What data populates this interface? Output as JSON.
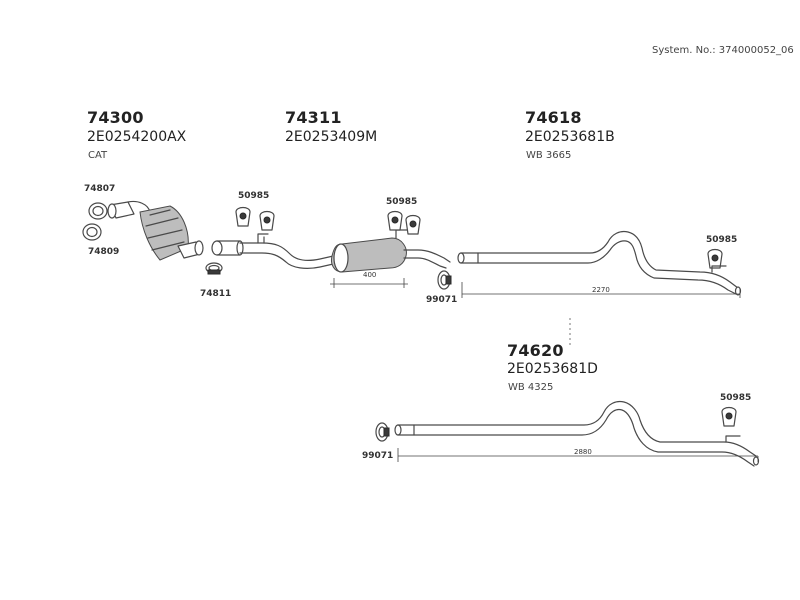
{
  "system_number": "System. No.: 374000052_06",
  "groups": {
    "g74300": {
      "part": "74300",
      "oe": "2E0254200AX",
      "note": "CAT"
    },
    "g74311": {
      "part": "74311",
      "oe": "2E0253409M"
    },
    "g74618": {
      "part": "74618",
      "oe": "2E0253681B",
      "note": "WB 3665"
    },
    "g74620": {
      "part": "74620",
      "oe": "2E0253681D",
      "note": "WB 4325"
    }
  },
  "labels": {
    "l74807": "74807",
    "l74809": "74809",
    "l74811": "74811",
    "l50985_a": "50985",
    "l50985_b": "50985",
    "l50985_c": "50985",
    "l50985_d": "50985",
    "l99071_a": "99071",
    "l99071_b": "99071"
  },
  "dimensions": {
    "d400": "400",
    "d2270": "2270",
    "d2880": "2880"
  },
  "icons": [
    "catalytic-converter-icon",
    "middle-silencer-icon",
    "clamp-icon",
    "rubber-hanger-icon",
    "gasket-ring-icon",
    "tail-pipe-icon"
  ]
}
